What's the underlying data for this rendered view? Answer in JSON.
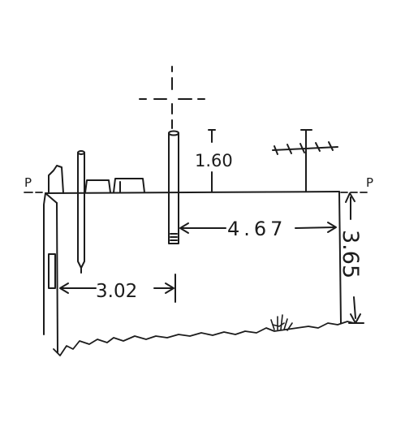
{
  "drawing": {
    "plane_label_left": "P",
    "plane_label_right": "P",
    "dimensions": {
      "rod_height": "1.60",
      "center_to_edge": "4.67",
      "left_to_center": "3.02",
      "building_height": "3.65"
    },
    "colors": {
      "ink": "#1c1c1c",
      "paper": "#ffffff"
    }
  }
}
